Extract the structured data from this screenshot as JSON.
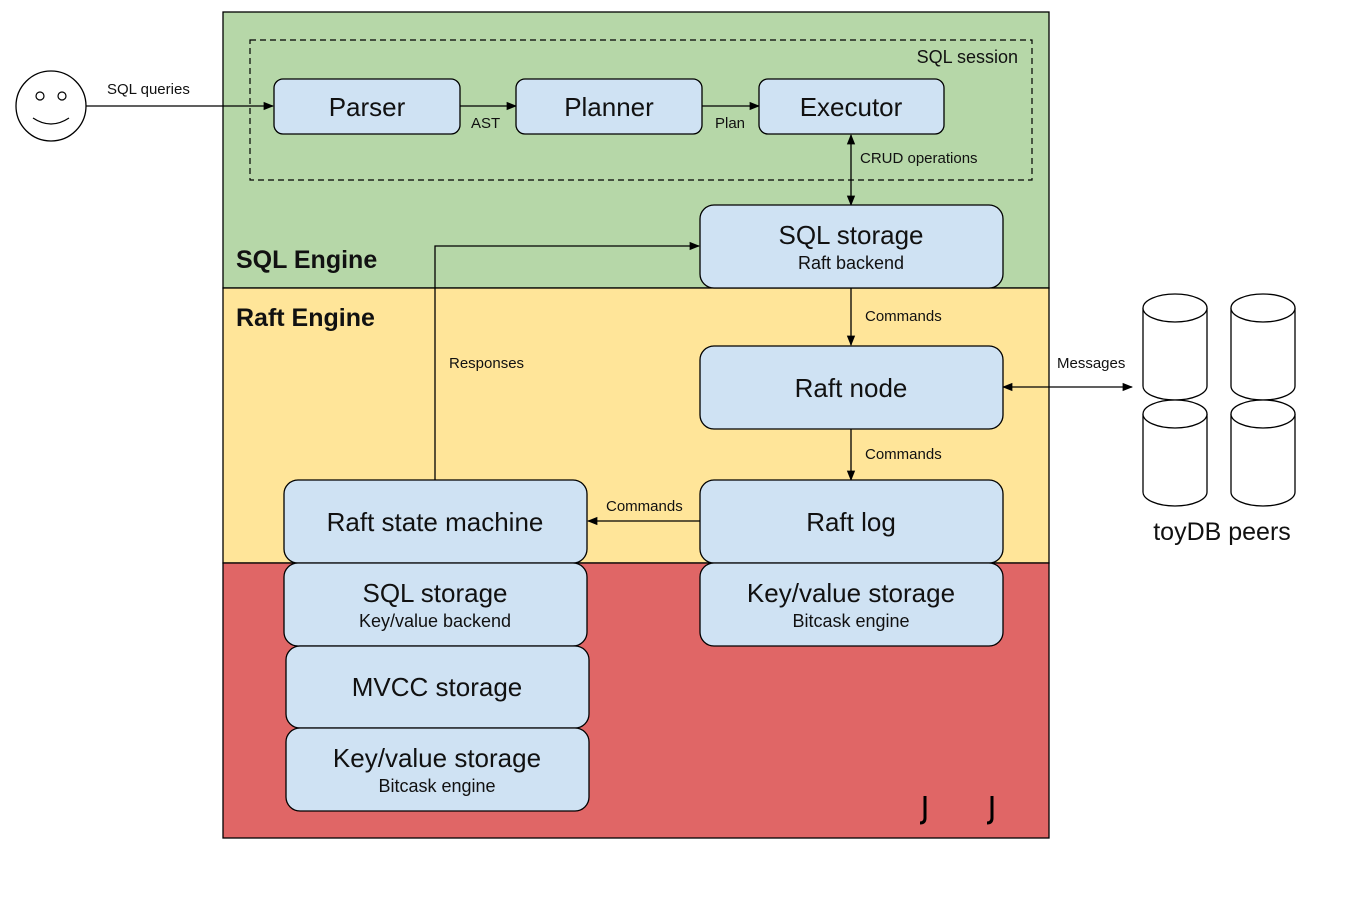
{
  "colors": {
    "sql_region": "#b6d7a8",
    "raft_region": "#ffe599",
    "storage_region": "#e06666",
    "box_fill": "#cfe2f3"
  },
  "regions": {
    "sql_engine": "SQL Engine",
    "raft_engine": "Raft Engine",
    "sql_session": "SQL session"
  },
  "boxes": {
    "parser": "Parser",
    "planner": "Planner",
    "executor": "Executor",
    "sql_storage_raft": {
      "title": "SQL storage",
      "subtitle": "Raft backend"
    },
    "raft_node": "Raft node",
    "raft_log": "Raft log",
    "raft_state_machine": "Raft state machine",
    "sql_storage_kv": {
      "title": "SQL storage",
      "subtitle": "Key/value backend"
    },
    "mvcc_storage": "MVCC storage",
    "kv_storage_left": {
      "title": "Key/value storage",
      "subtitle": "Bitcask engine"
    },
    "kv_storage_right": {
      "title": "Key/value storage",
      "subtitle": "Bitcask engine"
    }
  },
  "edges": {
    "sql_queries": "SQL queries",
    "ast": "AST",
    "plan": "Plan",
    "crud": "CRUD operations",
    "commands_storage_to_node": "Commands",
    "commands_node_to_log": "Commands",
    "commands_log_to_state": "Commands",
    "responses": "Responses",
    "messages": "Messages"
  },
  "peers": {
    "label": "toyDB peers",
    "icon": "database-cylinder-icon"
  },
  "user_icon": "smiley-face-icon"
}
